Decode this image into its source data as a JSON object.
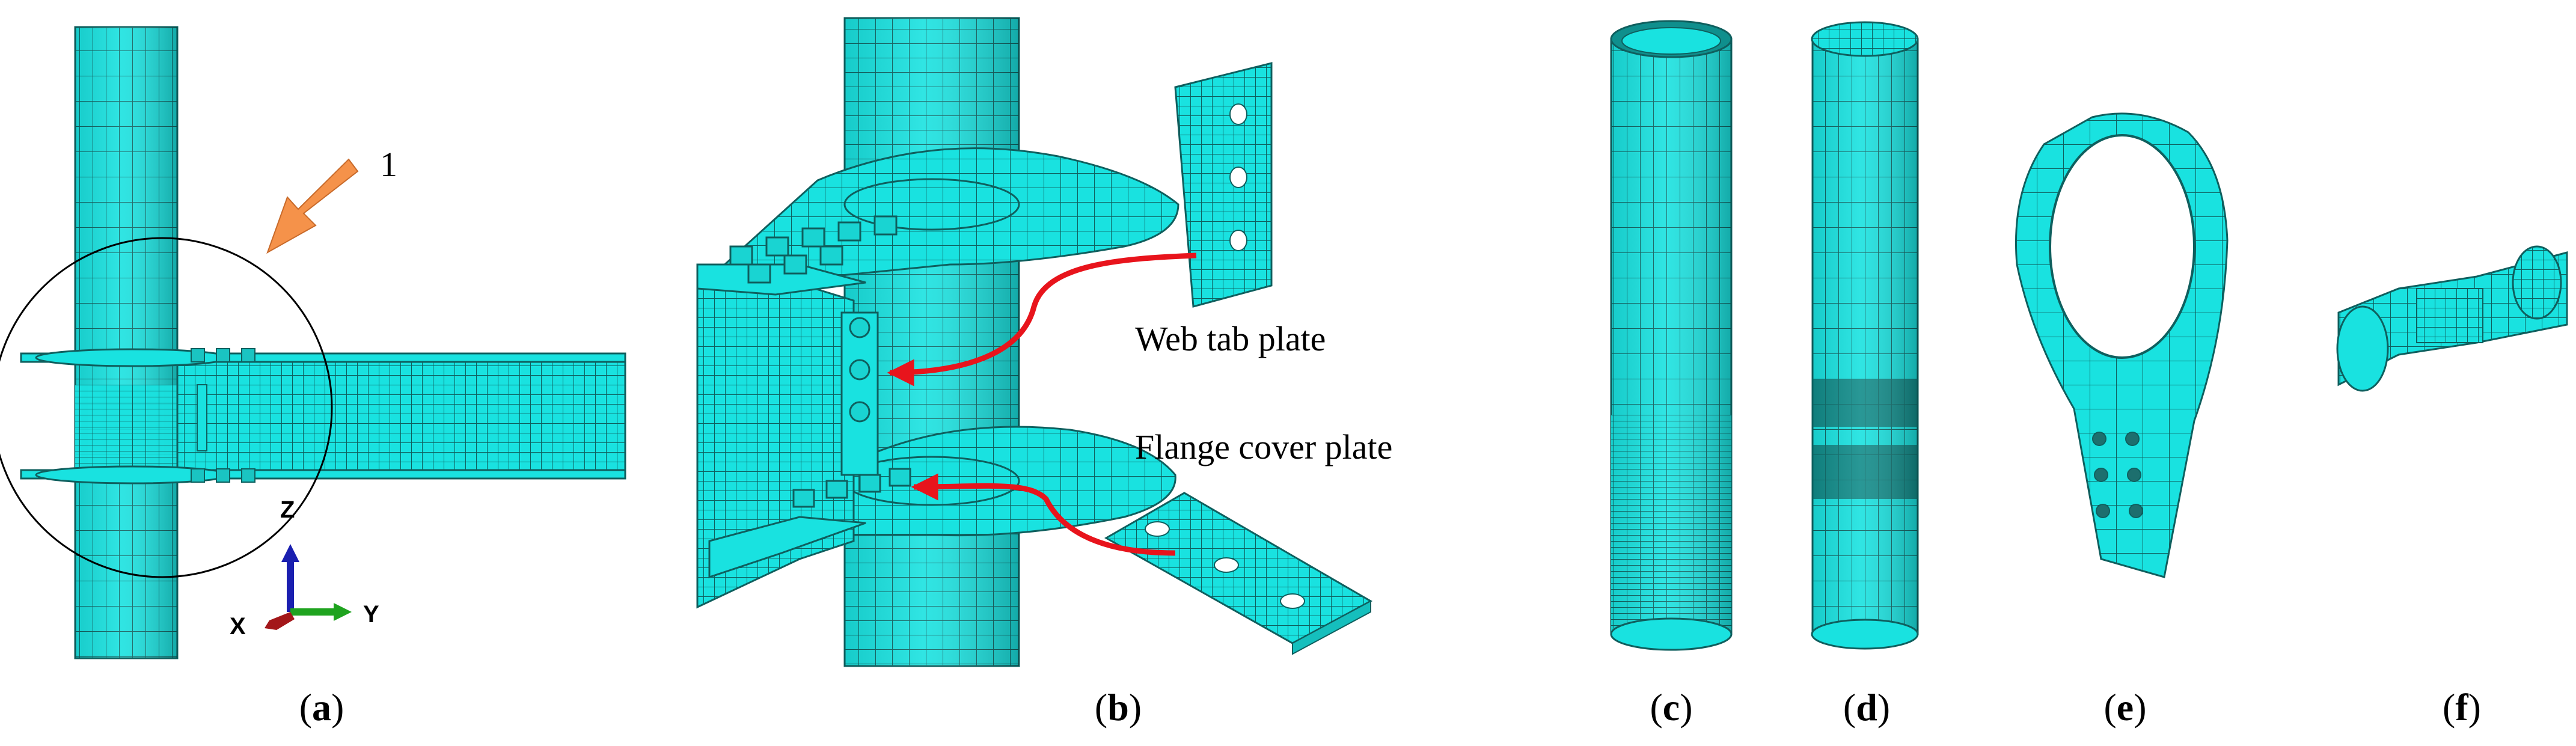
{
  "panels": {
    "a": {
      "caption_open": "(",
      "caption_letter": "a",
      "caption_close": ")",
      "callout": "1",
      "axes": {
        "z": "Z",
        "x": "X",
        "y": "Y"
      }
    },
    "b": {
      "caption_open": "(",
      "caption_letter": "b",
      "caption_close": ")",
      "labels": {
        "web_tab": "Web tab plate",
        "flange_cover": "Flange cover plate"
      }
    },
    "c": {
      "caption_open": "(",
      "caption_letter": "c",
      "caption_close": ")"
    },
    "d": {
      "caption_open": "(",
      "caption_letter": "d",
      "caption_close": ")"
    },
    "e": {
      "caption_open": "(",
      "caption_letter": "e",
      "caption_close": ")"
    },
    "f": {
      "caption_open": "(",
      "caption_letter": "f",
      "caption_close": ")"
    }
  },
  "colors": {
    "mesh_fill": "#19e2e0",
    "mesh_line": "#0f5f5e",
    "arrow_red": "#e8141c",
    "callout_arrow": "#f5924a",
    "axis_z": "#1a1fb0",
    "axis_y": "#1fa31f",
    "axis_x": "#a3171a"
  }
}
